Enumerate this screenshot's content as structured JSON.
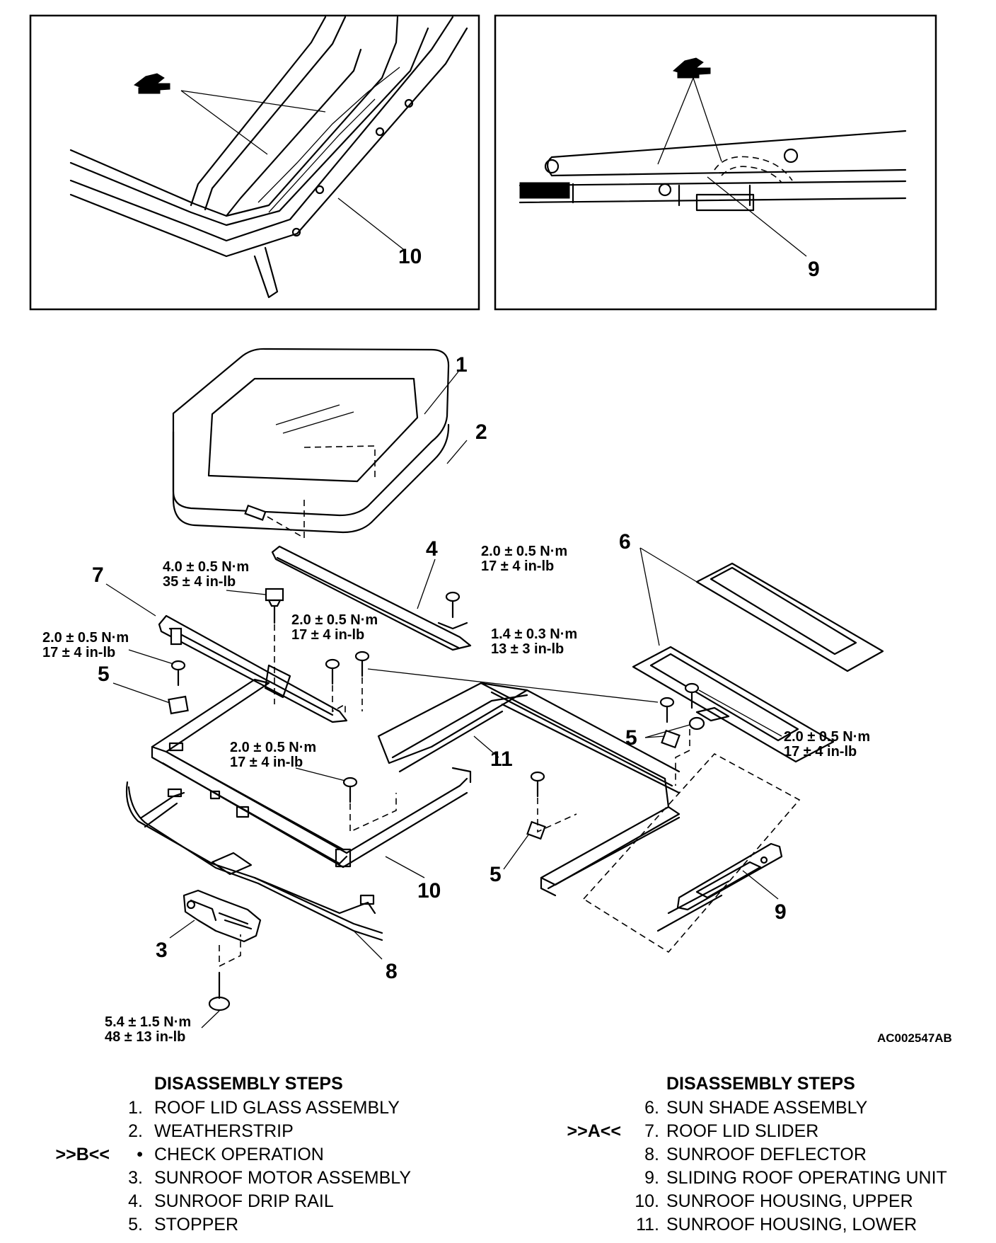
{
  "figure_code": "AC002547AB",
  "callouts": {
    "c1": "1",
    "c2": "2",
    "c3": "3",
    "c4": "4",
    "c5a": "5",
    "c5b": "5",
    "c5c": "5",
    "c6": "6",
    "c7": "7",
    "c8": "8",
    "c9": "9",
    "c9_inset": "9",
    "c10": "10",
    "c10_inset": "10",
    "c11": "11"
  },
  "torque_specs": {
    "t1": {
      "nm": "4.0 ± 0.5 N·m",
      "inlb": "35 ± 4 in-lb"
    },
    "t2": {
      "nm": "2.0 ± 0.5 N·m",
      "inlb": "17 ± 4 in-lb"
    },
    "t3": {
      "nm": "2.0 ± 0.5 N·m",
      "inlb": "17 ± 4 in-lb"
    },
    "t4": {
      "nm": "2.0 ± 0.5 N·m",
      "inlb": "17 ± 4 in-lb"
    },
    "t5": {
      "nm": "1.4 ± 0.3 N·m",
      "inlb": "13 ± 3 in-lb"
    },
    "t6": {
      "nm": "2.0 ± 0.5 N·m",
      "inlb": "17 ± 4 in-lb"
    },
    "t7": {
      "nm": "2.0 ± 0.5 N·m",
      "inlb": "17 ± 4 in-lb"
    },
    "t8": {
      "nm": "5.4 ± 1.5 N·m",
      "inlb": "48 ± 13 in-lb"
    }
  },
  "steps_left": {
    "heading": "DISASSEMBLY STEPS",
    "rows": [
      {
        "mark": "",
        "num": "1.",
        "text": "ROOF LID GLASS ASSEMBLY"
      },
      {
        "mark": "",
        "num": "2.",
        "text": "WEATHERSTRIP"
      },
      {
        "mark": ">>B<<",
        "num": "•",
        "text": "CHECK OPERATION"
      },
      {
        "mark": "",
        "num": "3.",
        "text": "SUNROOF MOTOR ASSEMBLY"
      },
      {
        "mark": "",
        "num": "4.",
        "text": "SUNROOF DRIP RAIL"
      },
      {
        "mark": "",
        "num": "5.",
        "text": "STOPPER"
      }
    ]
  },
  "steps_right": {
    "heading": "DISASSEMBLY STEPS",
    "rows": [
      {
        "mark": "",
        "num": "6.",
        "text": "SUN SHADE ASSEMBLY"
      },
      {
        "mark": ">>A<<",
        "num": "7.",
        "text": "ROOF LID SLIDER"
      },
      {
        "mark": "",
        "num": "8.",
        "text": "SUNROOF DEFLECTOR"
      },
      {
        "mark": "",
        "num": "9.",
        "text": "SLIDING ROOF OPERATING UNIT"
      },
      {
        "mark": "",
        "num": "10.",
        "text": "SUNROOF HOUSING, UPPER"
      },
      {
        "mark": "",
        "num": "11.",
        "text": "SUNROOF HOUSING, LOWER"
      }
    ]
  }
}
